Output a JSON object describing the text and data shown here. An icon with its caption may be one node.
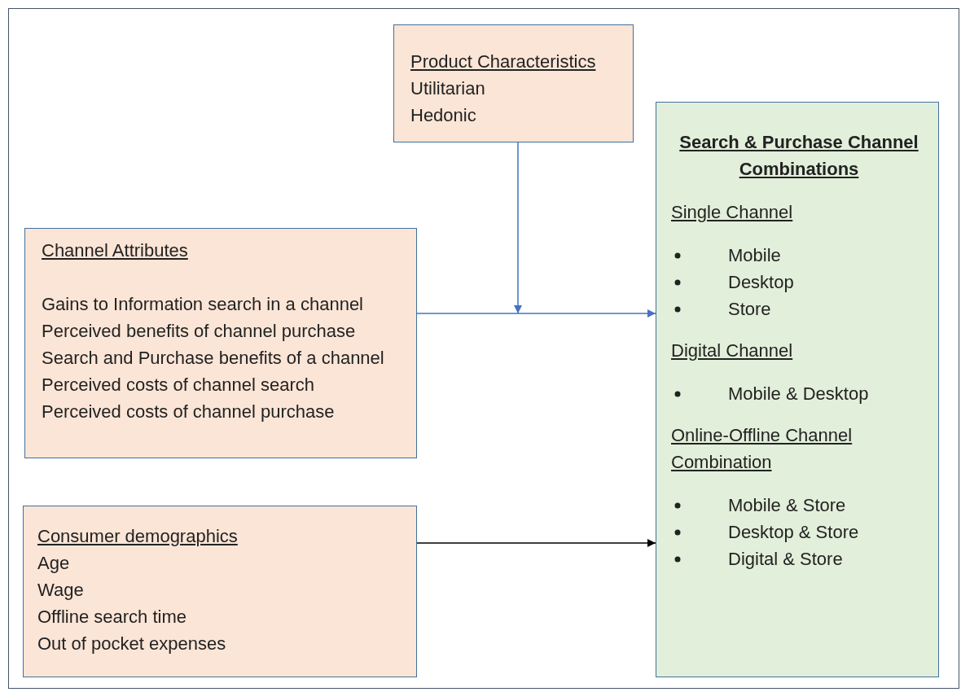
{
  "diagram": {
    "nodes": [
      {
        "text": [
          "Product Characteristics",
          "Utilitarian",
          "Hedonic"
        ]
      },
      {
        "text": [
          "Channel Attributes",
          "Gains to Information search in a channel",
          "Perceived benefits of channel purchase",
          "Search and Purchase benefits of a channel",
          "Perceived costs of channel search",
          "Perceived costs of channel purchase"
        ]
      },
      {
        "text": [
          "Consumer demographics",
          "Age",
          "Wage",
          "Offline search time",
          "Out of pocket expenses"
        ]
      },
      {
        "text": [
          "Search & Purchase Channel Combinations",
          "Single Channel",
          "Mobile",
          "Desktop",
          "Store",
          "Digital Channel",
          "Mobile & Desktop",
          "Online-Offline Channel Combination",
          "Mobile & Store",
          "Desktop & Store",
          "Digital & Store"
        ]
      }
    ],
    "edges": [
      {
        "from": 0,
        "to": null,
        "arrow": "to"
      },
      {
        "from": 1,
        "to": 3,
        "arrow": "to"
      },
      {
        "from": 2,
        "to": 3,
        "arrow": "to",
        "color": "#000000"
      }
    ]
  }
}
